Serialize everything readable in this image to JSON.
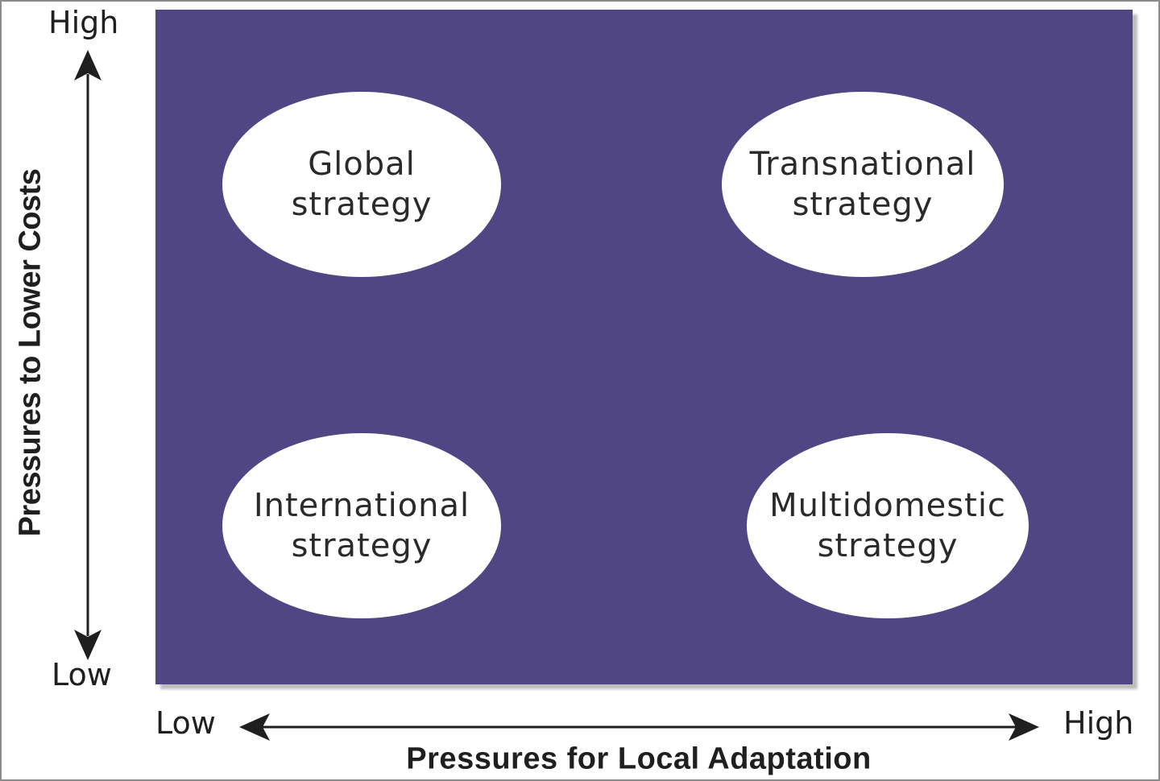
{
  "quadrants": {
    "top_left": {
      "line1": "Global",
      "line2": "strategy"
    },
    "top_right": {
      "line1": "Transnational",
      "line2": "strategy"
    },
    "bottom_left": {
      "line1": "International",
      "line2": "strategy"
    },
    "bottom_right": {
      "line1": "Multidomestic",
      "line2": "strategy"
    }
  },
  "y_axis": {
    "title": "Pressures to Lower Costs",
    "high_label": "High",
    "low_label": "Low"
  },
  "x_axis": {
    "title": "Pressures for Local Adaptation",
    "low_label": "Low",
    "high_label": "High"
  },
  "colors": {
    "panel": "#4f4683",
    "bubble": "#ffffff",
    "text": "#1f1f1f"
  }
}
